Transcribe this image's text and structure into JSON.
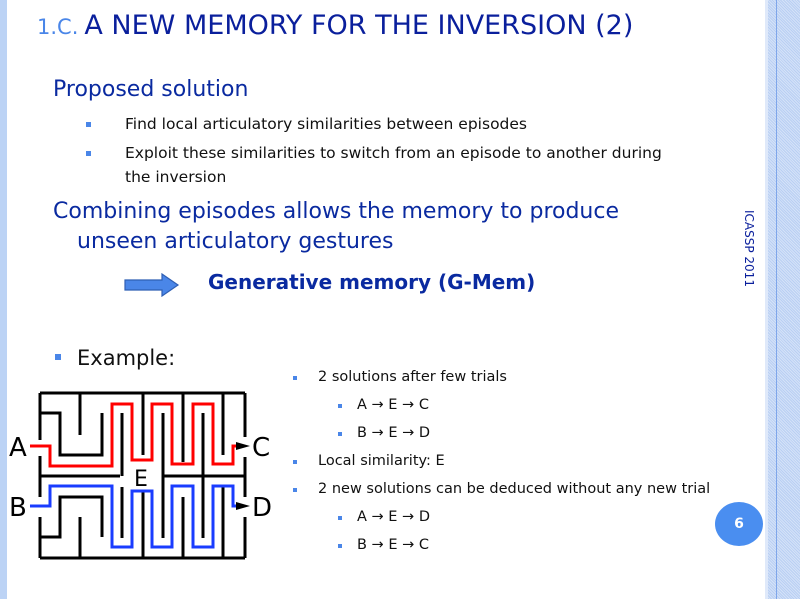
{
  "slide": {
    "section_number": "1.C.",
    "title": "A NEW MEMORY FOR THE INVERSION (2)",
    "conference": "ICASSP 2011",
    "page_number": "6"
  },
  "proposed": {
    "heading": "Proposed solution",
    "bullets": [
      "Find local articulatory similarities between episodes",
      "Exploit these similarities to switch from an episode to another during",
      "the inversion"
    ]
  },
  "combining": {
    "line1": "Combining episodes allows the memory to produce",
    "line2": "unseen articulatory gestures",
    "result": "Generative memory (G-Mem)"
  },
  "example": {
    "label": "Example:",
    "maze_labels": {
      "a": "A",
      "b": "B",
      "c": "C",
      "d": "D",
      "e": "E"
    },
    "colors": {
      "path1": "#ff0000",
      "path2": "#1a3cff"
    },
    "points": [
      {
        "text": "2 solutions after few trials",
        "level": 1
      },
      {
        "text": "A → E → C",
        "level": 2
      },
      {
        "text": "B → E → D",
        "level": 2
      },
      {
        "text": "Local similarity: E",
        "level": 1
      },
      {
        "text": "2 new solutions can be deduced without any new trial",
        "level": 1
      },
      {
        "text": "A → E → D",
        "level": 2
      },
      {
        "text": "B → E → C",
        "level": 2
      }
    ]
  }
}
